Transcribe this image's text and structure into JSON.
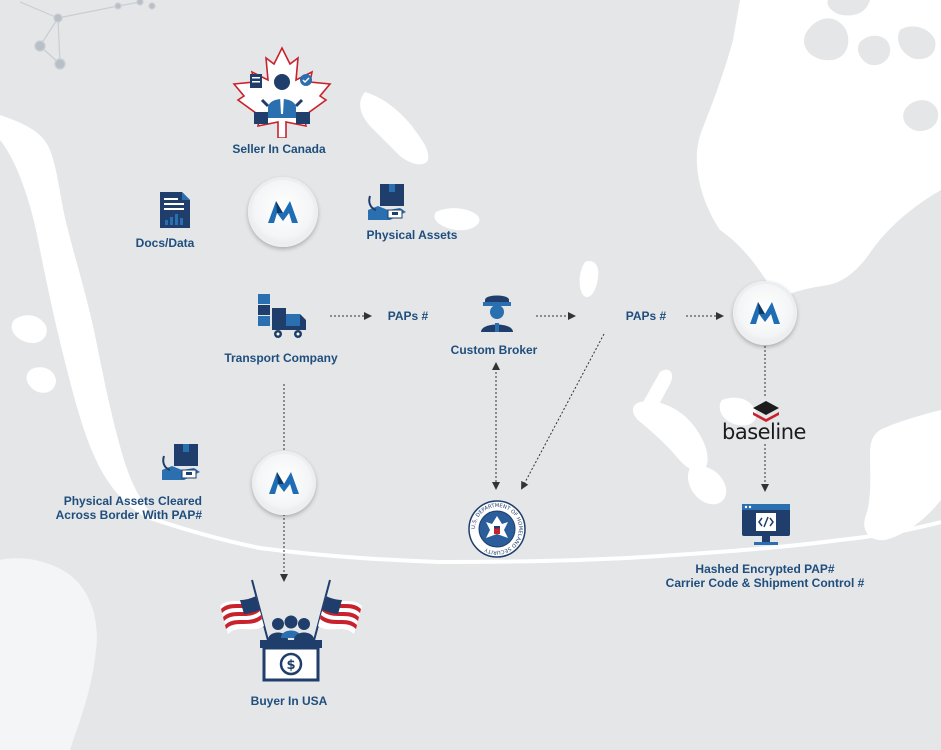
{
  "nodes": {
    "seller": {
      "label": "Seller In Canada",
      "icon": "seller-maple-leaf-icon"
    },
    "docs": {
      "label": "Docs/Data",
      "icon": "document-chart-icon"
    },
    "physical_assets": {
      "label": "Physical Assets",
      "icon": "package-hand-icon"
    },
    "transport": {
      "label": "Transport Company",
      "icon": "truck-icon"
    },
    "paps_1": {
      "label": "PAPs #"
    },
    "broker": {
      "label": "Custom Broker",
      "icon": "customs-officer-icon"
    },
    "paps_2": {
      "label": "PAPs #"
    },
    "baseline": {
      "label": "baseline",
      "icon": "baseline-logo-icon"
    },
    "assets_cleared": {
      "label_line1": "Physical Assets Cleared",
      "label_line2": "Across Border With PAP#",
      "icon": "package-hand-icon"
    },
    "dhs": {
      "icon": "dhs-seal-icon",
      "seal_text": "U.S. DEPARTMENT OF HOMELAND SECURITY"
    },
    "hashed": {
      "label_line1": "Hashed Encrypted PAP#",
      "label_line2": "Carrier Code & Shipment Control #",
      "icon": "code-monitor-icon"
    },
    "buyer": {
      "label": "Buyer In USA",
      "icon": "buyer-us-flags-icon"
    }
  },
  "hubs": [
    {
      "name": "hub-top",
      "icon": "m-logo-icon"
    },
    {
      "name": "hub-right",
      "icon": "m-logo-icon"
    },
    {
      "name": "hub-bottom",
      "icon": "m-logo-icon"
    }
  ],
  "colors": {
    "label": "#1f4e7d",
    "icon_dark": "#1f3e6b",
    "icon_mid": "#2a6fb0",
    "accent_red": "#c8232c",
    "land": "#e4e6e8",
    "water": "#ffffff",
    "arrow": "#333333"
  }
}
